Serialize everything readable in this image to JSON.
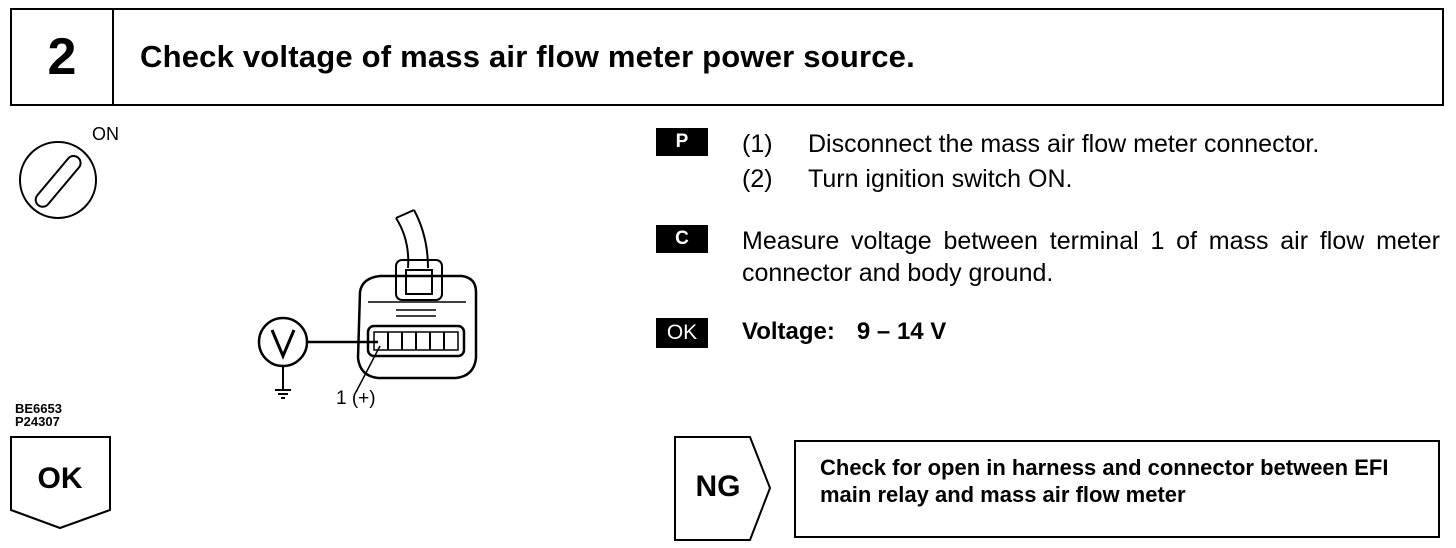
{
  "header": {
    "step_number": "2",
    "title": "Check voltage of mass air flow meter power source."
  },
  "illustration": {
    "switch_label": "ON",
    "meter_symbol": "V",
    "terminal_label": "1 (+)",
    "codes": [
      "BE6653",
      "P24307"
    ],
    "icons": [
      "ignition-key-icon",
      "voltmeter-icon",
      "ground-icon",
      "connector-icon"
    ]
  },
  "instructions": {
    "prep_badge": "P",
    "steps": [
      {
        "num": "(1)",
        "text": "Disconnect the mass air flow meter connector."
      },
      {
        "num": "(2)",
        "text": "Turn ignition switch ON."
      }
    ],
    "check_badge": "C",
    "check_text": "Measure voltage between terminal 1 of mass air flow meter connector and body ground.",
    "ok_badge": "OK",
    "spec_label": "Voltage:",
    "spec_value": "9 – 14 V"
  },
  "results": {
    "ok_label": "OK",
    "ng_label": "NG",
    "ng_action": "Check for open in harness and connector between EFI main relay and mass air flow meter"
  }
}
